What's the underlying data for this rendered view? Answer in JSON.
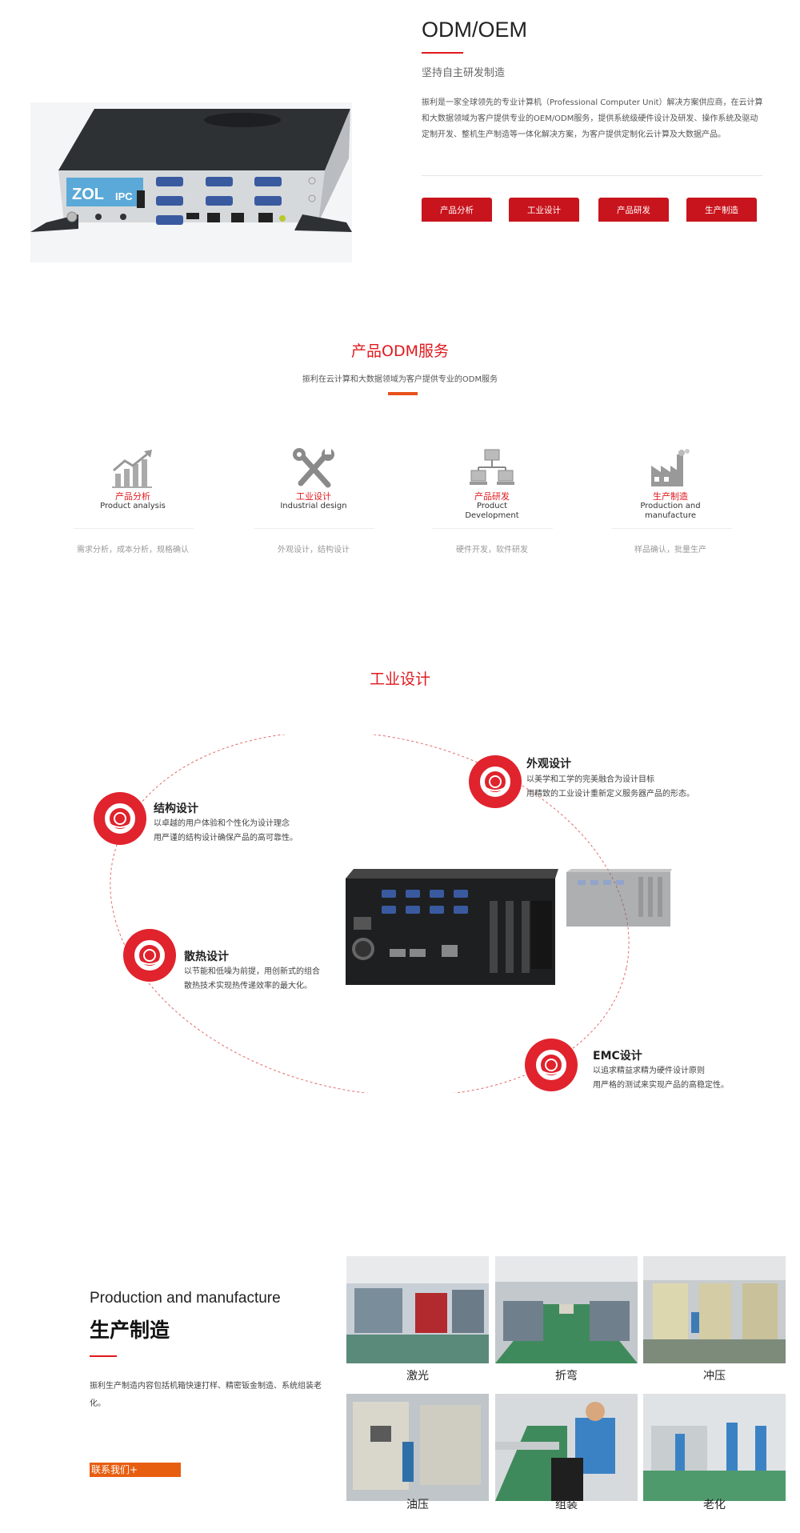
{
  "hero": {
    "title": "ODM/OEM",
    "subtitle": "坚持自主研发制造",
    "description": "振利是一家全球领先的专业计算机（Professional Computer Unit）解决方案供应商，在云计算和大数据领域为客户提供专业的OEM/ODM服务，提供系统级硬件设计及研发、操作系统及驱动定制开发、整机生产制造等一体化解决方案，为客户提供定制化云计算及大数据产品。",
    "buttons": [
      "产品分析",
      "工业设计",
      "产品研发",
      "生产制造"
    ],
    "product_brand": "ZOL",
    "product_brand_sub": "IPC"
  },
  "odm": {
    "title": "产品ODM服务",
    "subtitle": "振利在云计算和大数据领域为客户提供专业的ODM服务",
    "services": [
      {
        "icon": "chart-growth-icon",
        "cn": "产品分析",
        "en": "Product analysis",
        "desc": "需求分析，成本分析，规格确认"
      },
      {
        "icon": "tools-icon",
        "cn": "工业设计",
        "en": "Industrial design",
        "desc": "外观设计，结构设计"
      },
      {
        "icon": "network-computers-icon",
        "cn": "产品研发",
        "en": "Product Development",
        "desc": "硬件开发，软件研发"
      },
      {
        "icon": "factory-icon",
        "cn": "生产制造",
        "en": "Production and manufacture",
        "desc": "样品确认，批量生产"
      }
    ]
  },
  "industrial": {
    "title": "工业设计",
    "features": [
      {
        "title": "外观设计",
        "line1": "以美学和工学的完美融合为设计目标",
        "line2": "用精致的工业设计重新定义服务器产品的形态。"
      },
      {
        "title": "结构设计",
        "line1": "以卓越的用户体验和个性化为设计理念",
        "line2": "用严谨的结构设计确保产品的高可靠性。"
      },
      {
        "title": "散热设计",
        "line1": "以节能和低噪为前提，用创新式的组合",
        "line2": "散热技术实现热传递效率的最大化。"
      },
      {
        "title": "EMC设计",
        "line1": "以追求精益求精为硬件设计原则",
        "line2": "用严格的测试来实现产品的高稳定性。"
      }
    ],
    "colors": {
      "accent": "#e0232d",
      "dashed": "#e36a6a"
    }
  },
  "production": {
    "title_en": "Production and manufacture",
    "title_cn": "生产制造",
    "description": "振利生产制造内容包括机箱快速打样、精密钣金制造、系统组装老化。",
    "contact_label": "联系我们+",
    "photos": [
      "激光",
      "折弯",
      "冲压",
      "油压",
      "组装",
      "老化"
    ]
  },
  "colors": {
    "brand_red": "#c8141d",
    "orange": "#e85e10"
  }
}
